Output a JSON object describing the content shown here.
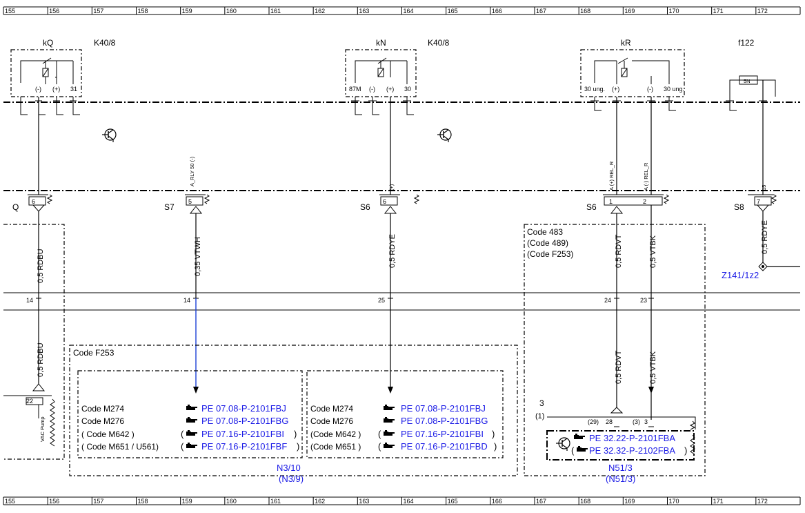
{
  "scale": {
    "columns": [
      "155",
      "156",
      "157",
      "158",
      "159",
      "160",
      "161",
      "162",
      "163",
      "164",
      "165",
      "166",
      "167",
      "168",
      "169",
      "170",
      "171",
      "172"
    ]
  },
  "components": {
    "kq": {
      "label": "kQ",
      "device": "K40/8",
      "pins": [
        "(-)",
        "(+)",
        "31"
      ]
    },
    "kn": {
      "label": "kN",
      "device": "K40/8",
      "pins": [
        "87M",
        "(-)",
        "(+)",
        "30"
      ]
    },
    "kr": {
      "label": "kR",
      "pins": [
        "30 ung.",
        "(+)",
        "(-)",
        "30 ung."
      ]
    },
    "f122": {
      "label": "f122",
      "fuse": "5N"
    }
  },
  "connectors": {
    "q": {
      "name": "Q",
      "pin": "6"
    },
    "s7": {
      "name": "S7",
      "pin": "5",
      "signal": "A_RLY 50 (-)"
    },
    "s6a": {
      "name": "S6",
      "pin": "6",
      "signal": "(+)"
    },
    "s6b": {
      "name": "S6",
      "pin1": "1",
      "pin2": "2",
      "signal1": "A (+) REL_R",
      "signal2": "A (-) REL_R"
    },
    "s8": {
      "name": "S8",
      "pin": "7",
      "signal": "15"
    }
  },
  "wires": {
    "w1": "0,5 RDBU",
    "w1b": "0,5 RDBU",
    "w2": "0,35 VTWH",
    "w3": "0,5 RDYE",
    "w4": "0,5 RDVT",
    "w4b": "0,5 RDVT",
    "w5": "0,5 VTBK",
    "w5b": "0,5 VTBK",
    "w6": "0,5 RDYE"
  },
  "bus_pins": {
    "p1": "14",
    "p2": "14",
    "p3": "25",
    "p4": "24",
    "p5": "23"
  },
  "z_point": "Z141/1z2",
  "code483": {
    "l1": "Code 483",
    "l2": "(Code 489)",
    "l3": "(Code F253)"
  },
  "code_f253": {
    "title": "Code F253",
    "left": {
      "codes": [
        "Code M274",
        "Code M276",
        "( Code M642 )",
        "( Code M651  /  U561)"
      ],
      "refs": [
        "PE 07.08-P-2101FBJ",
        "PE 07.08-P-2101FBG",
        "PE 07.16-P-2101FBI",
        "PE 07.16-P-2101FBF"
      ]
    },
    "right": {
      "codes": [
        "Code M274",
        "Code M276",
        "(Code M642 )",
        "(Code M651 )"
      ],
      "refs": [
        "PE 07.08-P-2101FBJ",
        "PE 07.08-P-2101FBG",
        "PE 07.16-P-2101FBI",
        "PE 07.16-P-2101FBD"
      ]
    }
  },
  "n3": {
    "l1": "N3/10",
    "l2": "(N3/9)"
  },
  "n51": {
    "l1": "N51/3",
    "l2": "(N51/3)",
    "num": "3",
    "sub": "(1)",
    "pins": {
      "a": "(29)",
      "b": "28",
      "c": "(3)",
      "d": "3"
    },
    "refs": [
      "PE 32.22-P-2101FBA",
      "PE 32.32-P-2102FBA"
    ]
  },
  "vac": {
    "pin": "22",
    "label": "VAC Pump"
  },
  "icons": [
    "ground-transistor-icon",
    "hand-pointer-icon"
  ],
  "colors": {
    "link": "#1a1ae6",
    "highlight_wire": "#1a3fd6"
  }
}
